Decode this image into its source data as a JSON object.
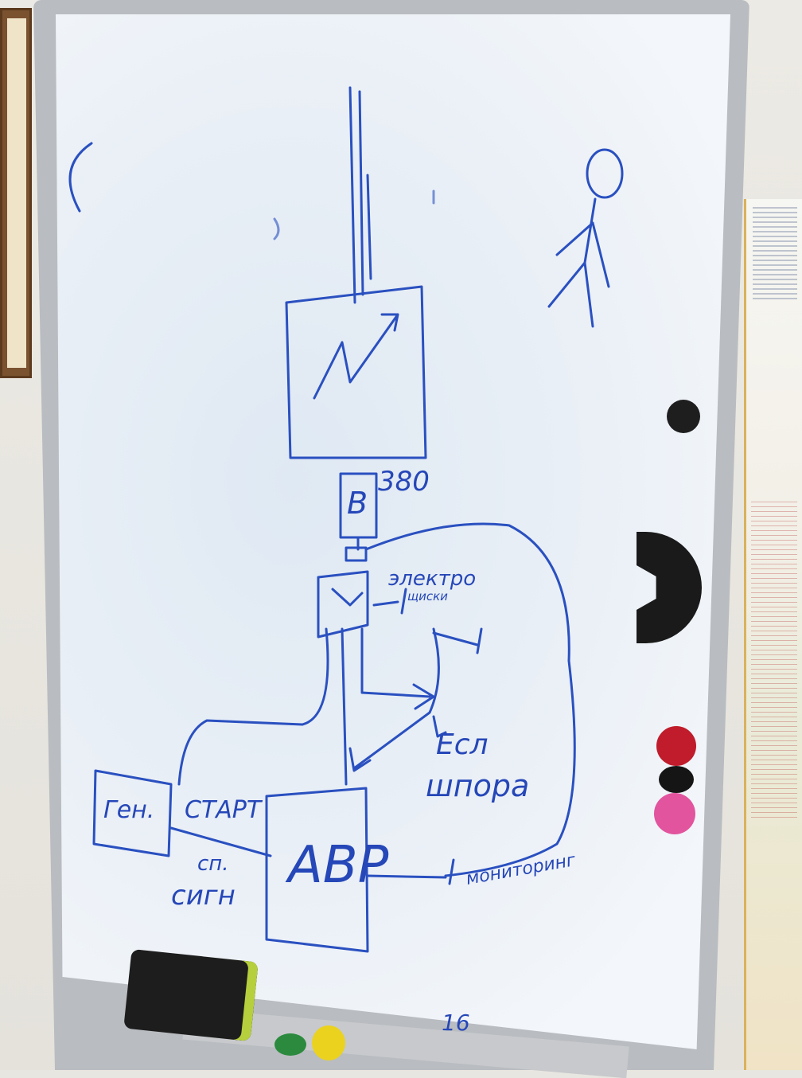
{
  "scene": {
    "description_labels": {
      "voltage": "380",
      "box_b": "B",
      "electric_label": "электро",
      "electric_sub": "щиски",
      "gen": "Ген.",
      "start": "СТАРТ",
      "stop": "сп.",
      "stop2": "сигн",
      "avr": "АВР",
      "shield": "Есл",
      "shield2": "шпора",
      "monitoring": "мониторинг",
      "bottom_number": "16"
    },
    "colors": {
      "ink": "#2a50c0",
      "board": "#eef2f7",
      "frame": "#b9bcc0"
    },
    "objects": {
      "magnet_black_round": "magnet-black-icon",
      "magnet_black_half": "magnet-half-icon",
      "magnet_red": "magnet-red-icon",
      "magnet_black_small": "magnet-black-small-icon",
      "magnet_pink": "magnet-pink-icon",
      "eraser": "eraser-icon",
      "magnet_green": "magnet-green-icon",
      "magnet_yellow": "magnet-yellow-icon"
    }
  }
}
